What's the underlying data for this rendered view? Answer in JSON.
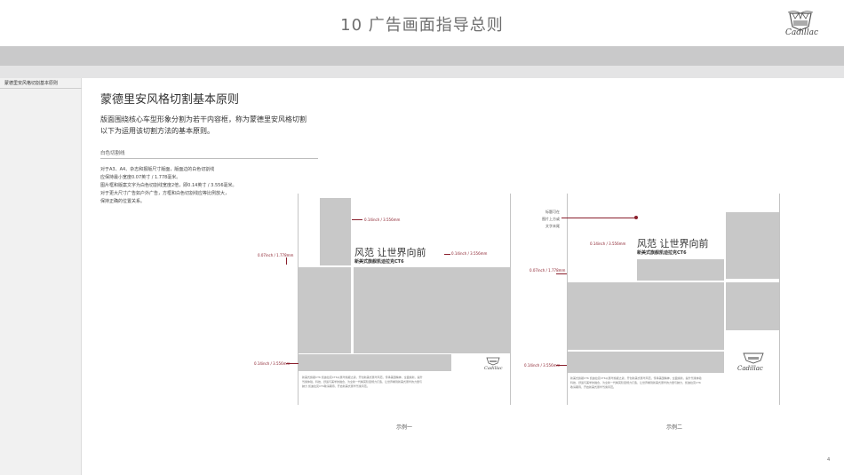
{
  "header": {
    "title": "10 广告画面指导总则",
    "logo_text": "Cadillac",
    "logo_icon": "cadillac-crest-icon"
  },
  "sidebar": {
    "label": "蒙德里安风格切割基本原则"
  },
  "section": {
    "title": "蒙德里安风格切割基本原则",
    "intro": [
      "版面围绕核心车型形象分割为若干内容框，称为蒙德里安风格切割",
      "以下为运用该切割方法的基本原则。"
    ],
    "subheading": "白色切割线",
    "body": [
      "对于A3、A4、杂志和报版尺寸版面，版面边的白色切割线",
      "应保持最小宽度0.07英寸 / 1.778毫米。",
      "图片框和版案文字为白色切割线宽度2倍，即0.14英寸 / 3.556毫米。",
      "对于更大尺寸广告如户外广告，方框和白色切割线应等比例放大，",
      "保持正确的位置关系。"
    ]
  },
  "example1": {
    "caption": "示例一",
    "dim_top": "0.14inch / 3.556mm",
    "dim_left": "0.07inch / 1.778mm",
    "dim_right": "0.14inch / 3.556mm",
    "dim_bottom": "0.14inch / 3.556mm",
    "headline": "风范 让世界向前",
    "subhead": "新美式旗舰凯迪拉克CT6",
    "logo_text": "Cadillac",
    "copy": [
      "新美式旗舰CT6 凯迪拉克CT6以豪华旗舰之姿，开创新美式豪华风范，传承美国精神，全面焕新，提升",
      "驾乘体验，科技、舒适与美学的融合，为全新一代精英阶层倾力打造，让世界看到新美式豪华的力量与",
      "魅力 凯迪拉克CT6敬请期待，开启新美式豪华驾乘风范。"
    ]
  },
  "example2": {
    "caption": "示例二",
    "note": [
      "标题可在",
      "图片上方或",
      "文字末尾"
    ],
    "dim_top": "0.14inch / 3.556mm",
    "dim_left": "0.07inch / 1.778mm",
    "dim_bottom": "0.14inch / 3.556mm",
    "headline": "风范 让世界向前",
    "subhead": "新美式旗舰凯迪拉克CT6",
    "logo_text": "Cadillac",
    "copy": [
      "新美式旗舰CT6 凯迪拉克CT6以豪华旗舰之姿，开创新美式豪华风范，传承美国精神，全面焕新，提升驾乘体验",
      "科技、舒适与美学的融合，为全新一代精英阶层倾力打造，让世界看到新美式豪华的力量与魅力，凯迪拉克CT6",
      "敬请期待，开启新美式豪华驾乘风范。"
    ]
  },
  "page_number": "4",
  "colors": {
    "accent": "#8a1f2c",
    "gray_block": "#c8c8c8",
    "band": "#c9c9ca"
  }
}
